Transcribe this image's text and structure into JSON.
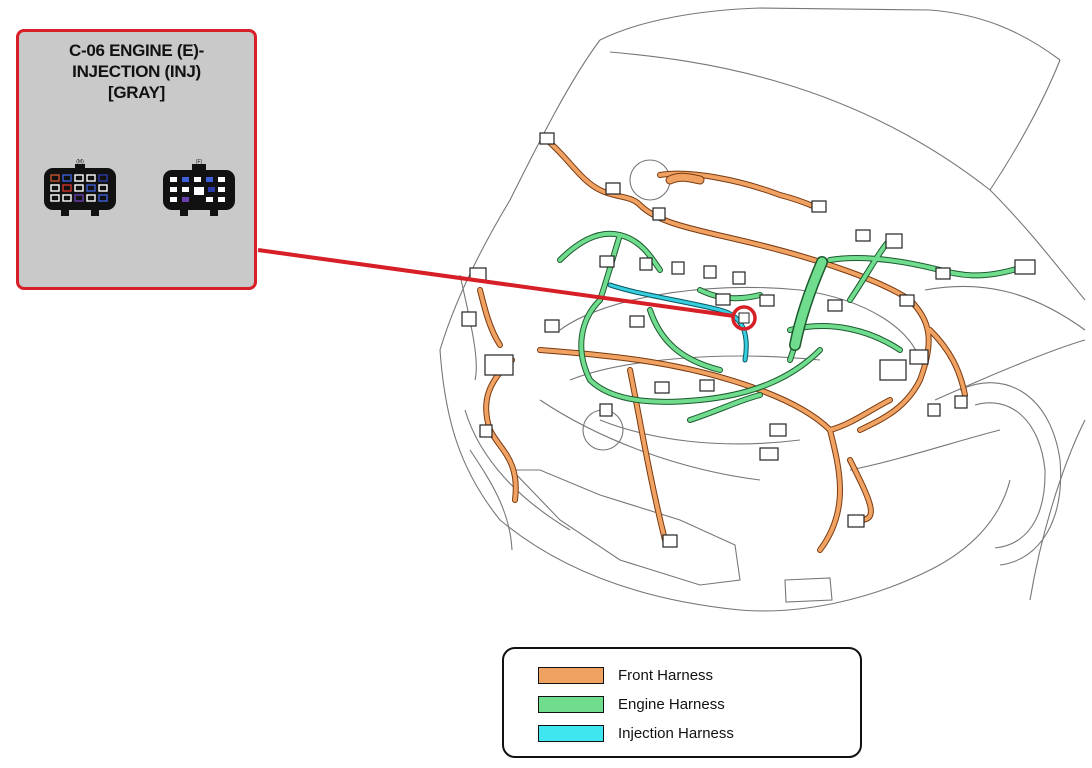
{
  "callout": {
    "title_lines": [
      "C-06 ENGINE (E)-",
      "INJECTION (INJ)",
      "[GRAY]"
    ],
    "connector_male_label": "(M)",
    "connector_female_label": "(F)"
  },
  "legend": {
    "items": [
      {
        "label": "Front Harness",
        "color": "#f0a263"
      },
      {
        "label": "Engine Harness",
        "color": "#6fdc8e"
      },
      {
        "label": "Injection Harness",
        "color": "#3fe6ef"
      }
    ]
  },
  "colors": {
    "callout_border": "#d61f26",
    "callout_fill": "#c9c9c9",
    "front_harness": "#e8954f",
    "engine_harness": "#5fcf7e",
    "injection_harness": "#35cfe0",
    "outline": "#222222"
  }
}
